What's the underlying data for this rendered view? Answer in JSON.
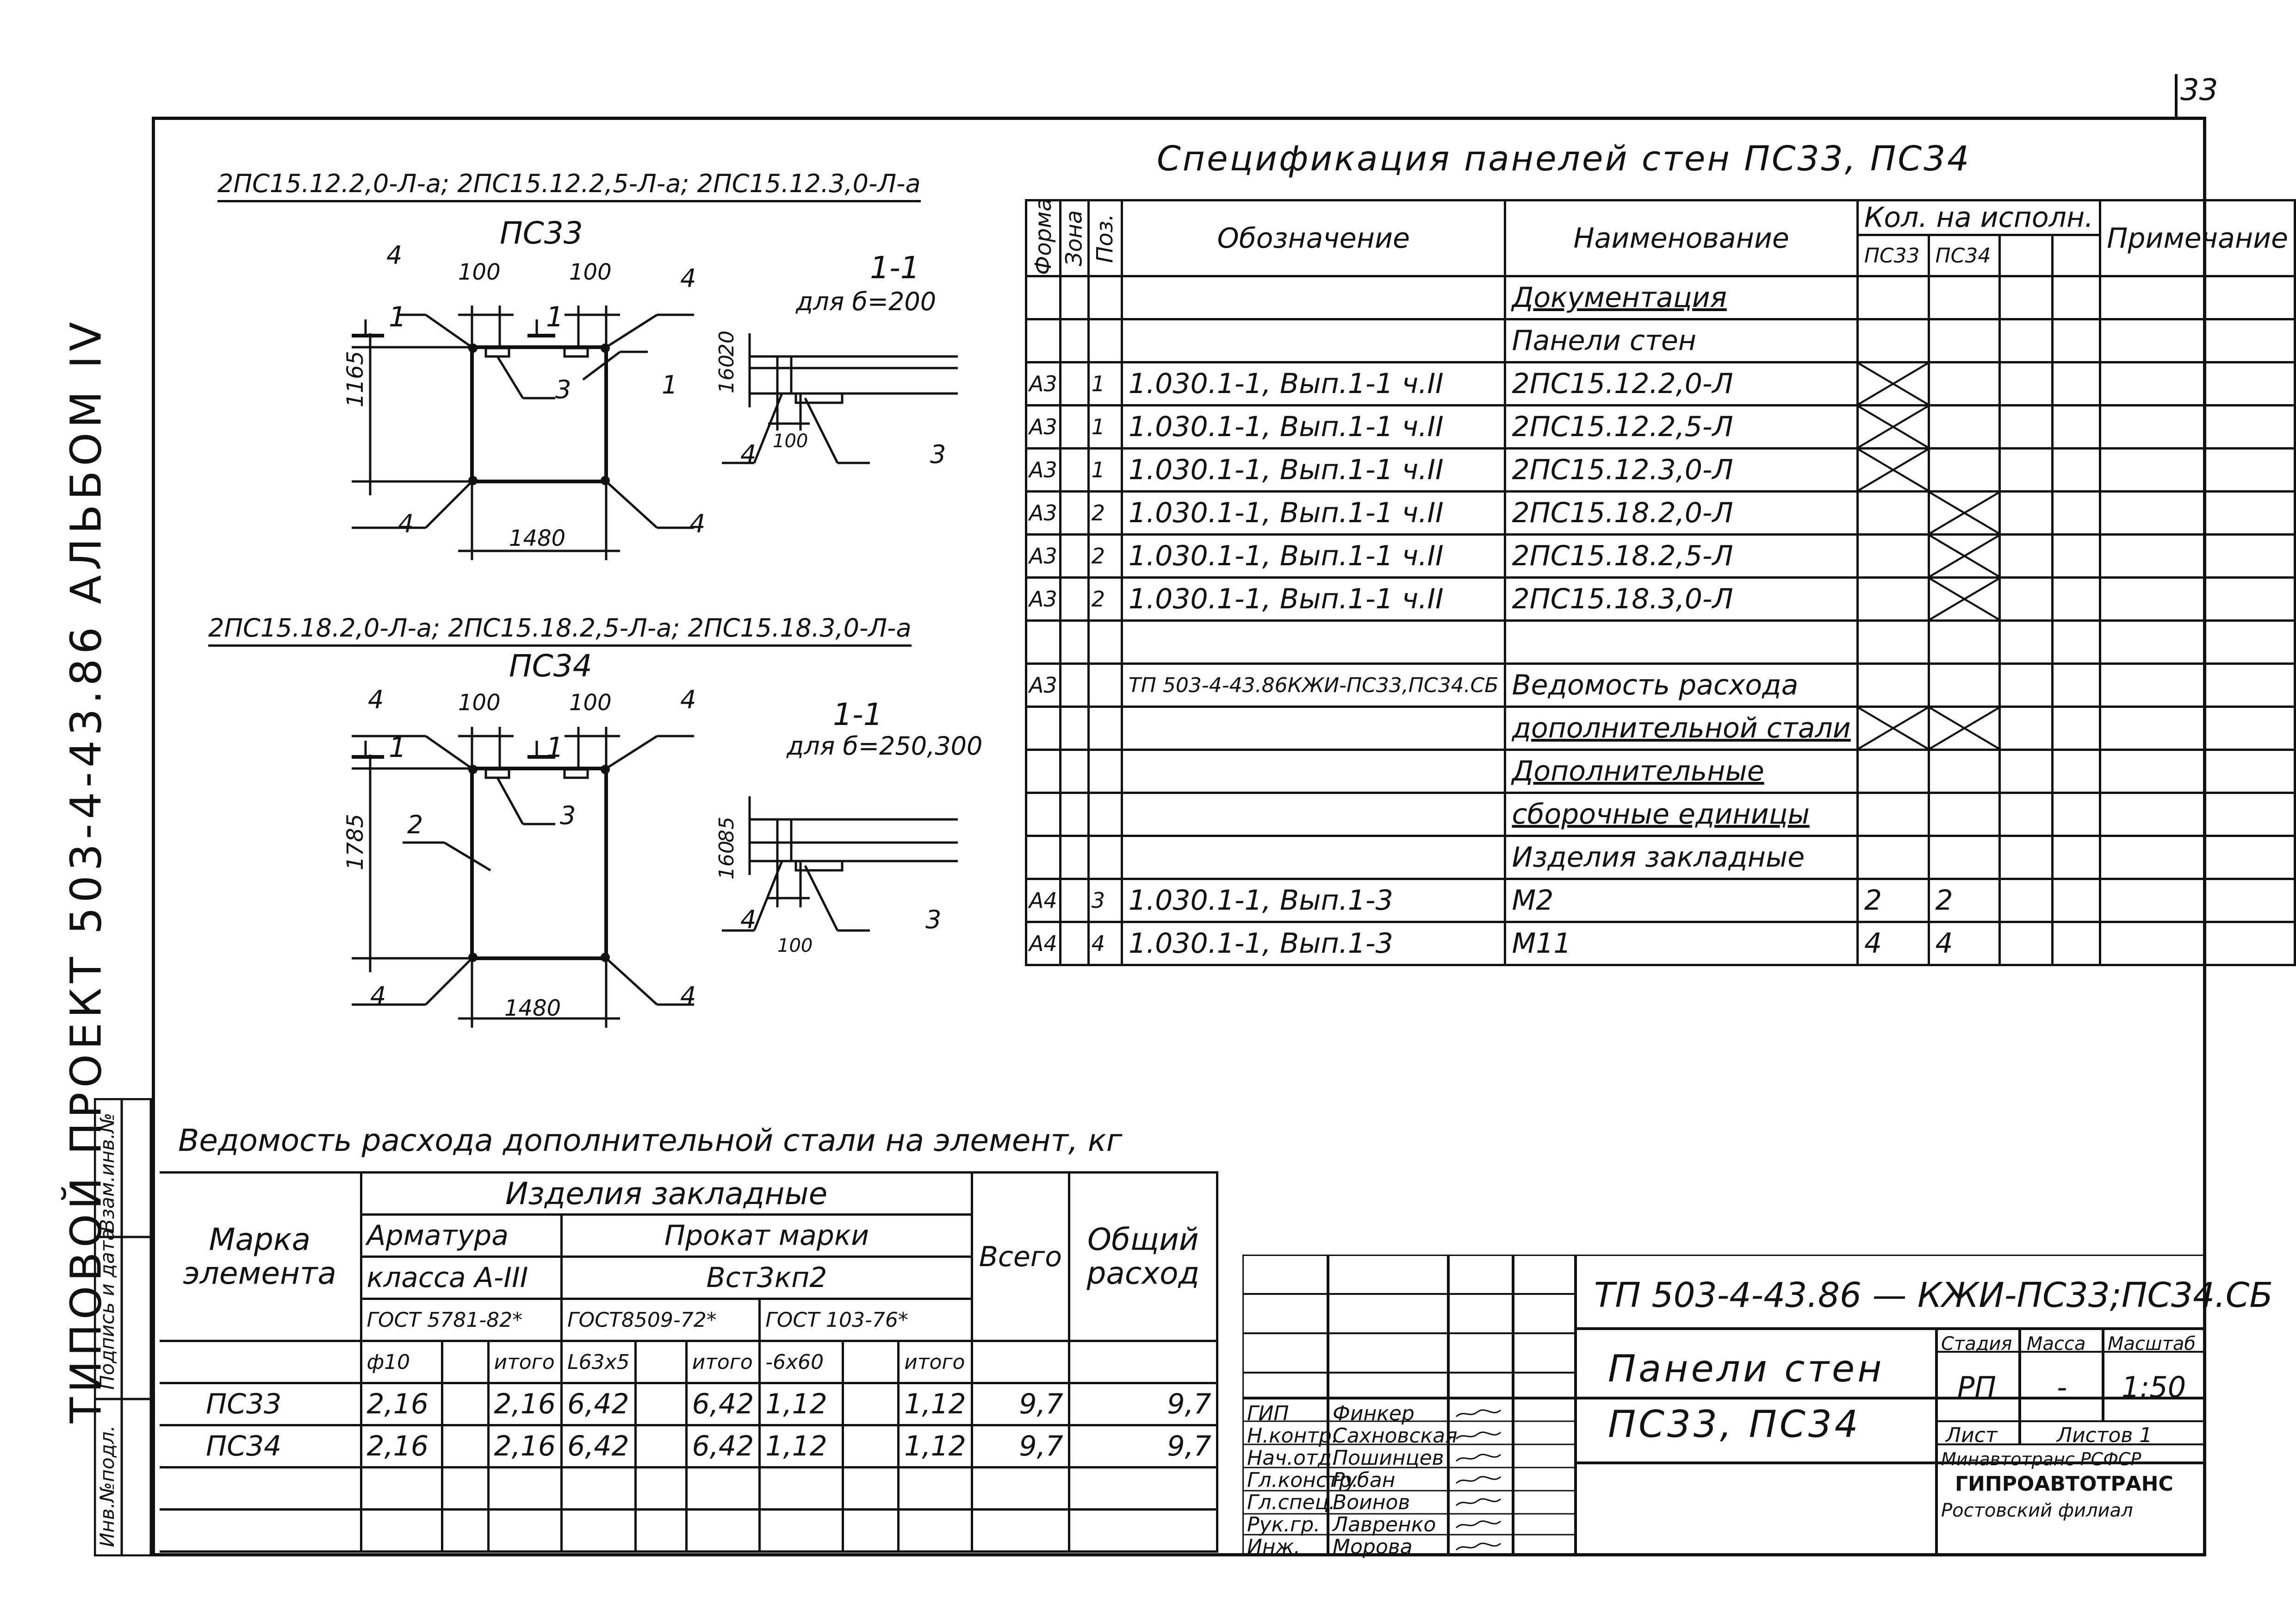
{
  "page_number": "33",
  "side_title": "ТИПОВОЙ ПРОЕКТ 503-4-43.86 АЛЬБОМ IV",
  "drawing_top": {
    "caption": "2ПС15.12.2,0-Л-а; 2ПС15.12.2,5-Л-а; 2ПС15.12.3,0-Л-а",
    "panel_name": "ПС33",
    "dims": {
      "top_left": "100",
      "top_right": "100",
      "height": "1165",
      "width": "1480"
    },
    "pos_labels": [
      "4",
      "4",
      "4",
      "4",
      "1",
      "3"
    ],
    "section_mark": "1",
    "section_title": "1-1",
    "section_sub": "для б=200",
    "section_dims": {
      "d1": "160",
      "d2": "20",
      "d3": "100"
    },
    "section_pos": [
      "4",
      "3"
    ]
  },
  "drawing_bottom": {
    "caption": "2ПС15.18.2,0-Л-а; 2ПС15.18.2,5-Л-а; 2ПС15.18.3,0-Л-а",
    "panel_name": "ПС34",
    "dims": {
      "top_left": "100",
      "top_right": "100",
      "height": "1785",
      "width": "1480"
    },
    "pos_labels": [
      "4",
      "4",
      "4",
      "4",
      "2",
      "3"
    ],
    "section_mark": "1",
    "section_title": "1-1",
    "section_sub": "для б=250,300",
    "section_dims": {
      "d1": "160",
      "d2": "85",
      "d3": "100"
    },
    "section_pos": [
      "4",
      "3"
    ]
  },
  "spec": {
    "title": "Спецификация панелей стен ПС33, ПС34",
    "headers": {
      "format": "Формат",
      "zone": "Зона",
      "pos": "Поз.",
      "designation": "Обозначение",
      "name": "Наименование",
      "qty": "Кол. на исполн.",
      "qty1": "ПС33",
      "qty2": "ПС34",
      "note": "Примечание"
    },
    "rows": [
      {
        "fmt": "",
        "zone": "",
        "pos": "",
        "des": "",
        "name": "Документация",
        "q1": "",
        "q2": "",
        "x1": false,
        "x2": false,
        "u": true
      },
      {
        "fmt": "",
        "zone": "",
        "pos": "",
        "des": "",
        "name": "Панели стен",
        "q1": "",
        "q2": "",
        "x1": false,
        "x2": false,
        "u": false
      },
      {
        "fmt": "А3",
        "zone": "",
        "pos": "1",
        "des": "1.030.1-1, Вып.1-1 ч.II",
        "name": "2ПС15.12.2,0-Л",
        "q1": "",
        "q2": "",
        "x1": true,
        "x2": false,
        "u": false
      },
      {
        "fmt": "А3",
        "zone": "",
        "pos": "1",
        "des": "1.030.1-1, Вып.1-1 ч.II",
        "name": "2ПС15.12.2,5-Л",
        "q1": "",
        "q2": "",
        "x1": true,
        "x2": false,
        "u": false
      },
      {
        "fmt": "А3",
        "zone": "",
        "pos": "1",
        "des": "1.030.1-1, Вып.1-1 ч.II",
        "name": "2ПС15.12.3,0-Л",
        "q1": "",
        "q2": "",
        "x1": true,
        "x2": false,
        "u": false
      },
      {
        "fmt": "А3",
        "zone": "",
        "pos": "2",
        "des": "1.030.1-1, Вып.1-1 ч.II",
        "name": "2ПС15.18.2,0-Л",
        "q1": "",
        "q2": "",
        "x1": false,
        "x2": true,
        "u": false
      },
      {
        "fmt": "А3",
        "zone": "",
        "pos": "2",
        "des": "1.030.1-1, Вып.1-1 ч.II",
        "name": "2ПС15.18.2,5-Л",
        "q1": "",
        "q2": "",
        "x1": false,
        "x2": true,
        "u": false
      },
      {
        "fmt": "А3",
        "zone": "",
        "pos": "2",
        "des": "1.030.1-1, Вып.1-1 ч.II",
        "name": "2ПС15.18.3,0-Л",
        "q1": "",
        "q2": "",
        "x1": false,
        "x2": true,
        "u": false
      },
      {
        "fmt": "",
        "zone": "",
        "pos": "",
        "des": "",
        "name": "",
        "q1": "",
        "q2": "",
        "x1": false,
        "x2": false,
        "u": false
      },
      {
        "fmt": "А3",
        "zone": "",
        "pos": "",
        "des": "ТП 503-4-43.86КЖИ-ПС33,ПС34.СБ",
        "name": "Ведомость расхода",
        "q1": "",
        "q2": "",
        "x1": false,
        "x2": false,
        "u": false
      },
      {
        "fmt": "",
        "zone": "",
        "pos": "",
        "des": "",
        "name": "дополнительной стали",
        "q1": "",
        "q2": "",
        "x1": true,
        "x2": true,
        "u": true
      },
      {
        "fmt": "",
        "zone": "",
        "pos": "",
        "des": "",
        "name": "Дополнительные",
        "q1": "",
        "q2": "",
        "x1": false,
        "x2": false,
        "u": true
      },
      {
        "fmt": "",
        "zone": "",
        "pos": "",
        "des": "",
        "name": "сборочные единицы",
        "q1": "",
        "q2": "",
        "x1": false,
        "x2": false,
        "u": true
      },
      {
        "fmt": "",
        "zone": "",
        "pos": "",
        "des": "",
        "name": "Изделия закладные",
        "q1": "",
        "q2": "",
        "x1": false,
        "x2": false,
        "u": false
      },
      {
        "fmt": "А4",
        "zone": "",
        "pos": "3",
        "des": "1.030.1-1, Вып.1-3",
        "name": "М2",
        "q1": "2",
        "q2": "2",
        "x1": false,
        "x2": false,
        "u": false
      },
      {
        "fmt": "А4",
        "zone": "",
        "pos": "4",
        "des": "1.030.1-1, Вып.1-3",
        "name": "М11",
        "q1": "4",
        "q2": "4",
        "x1": false,
        "x2": false,
        "u": false
      }
    ]
  },
  "steel": {
    "title": "Ведомость расхода дополнительной стали на элемент, кг",
    "h_mark": "Марка элемента",
    "h_items": "Изделия закладные",
    "h_arm": "Арматура",
    "h_arm_class": "класса А-III",
    "h_arm_gost": "ГОСТ 5781-82*",
    "h_prokat": "Прокат марки",
    "h_prokat_mark": "Вст3кп2",
    "h_gost1": "ГОСТ8509-72*",
    "h_gost2": "ГОСТ 103-76*",
    "h_total": "Всего",
    "h_overall": "Общий расход",
    "sub": [
      "ф10",
      "",
      "итого",
      "L63х5",
      "",
      "итого",
      "-6х60",
      "",
      "итого"
    ],
    "rows": [
      {
        "mark": "ПС33",
        "a1": "2,16",
        "a2": "",
        "a3": "2,16",
        "b1": "6,42",
        "b2": "",
        "b3": "6,42",
        "c1": "1,12",
        "c2": "",
        "c3": "1,12",
        "total": "9,7",
        "overall": "9,7"
      },
      {
        "mark": "ПС34",
        "a1": "2,16",
        "a2": "",
        "a3": "2,16",
        "b1": "6,42",
        "b2": "",
        "b3": "6,42",
        "c1": "1,12",
        "c2": "",
        "c3": "1,12",
        "total": "9,7",
        "overall": "9,7"
      }
    ]
  },
  "title_block": {
    "code": "ТП 503-4-43.86 — КЖИ-ПС33;ПС34.СБ",
    "name_line1": "Панели стен",
    "name_line2": "ПС33, ПС34",
    "stage_h": "Стадия",
    "mass_h": "Масса",
    "scale_h": "Масштаб",
    "stage": "РП",
    "mass": "-",
    "scale": "1:50",
    "sheet": "Лист",
    "sheets": "Листов 1",
    "org1": "Минавтотранс РСФСР",
    "org2": "ГИПРОАВТОТРАНС",
    "org3": "Ростовский филиал",
    "people": [
      {
        "role": "ГИП",
        "name": "Финкер"
      },
      {
        "role": "Н.контр.",
        "name": "Сахновская"
      },
      {
        "role": "Нач.отд.",
        "name": "Пошинцев"
      },
      {
        "role": "Гл.констр.",
        "name": "Рубан"
      },
      {
        "role": "Гл.спец.",
        "name": "Воинов"
      },
      {
        "role": "Рук.гр.",
        "name": "Лавренко"
      },
      {
        "role": "Инж.",
        "name": "Морова"
      }
    ]
  },
  "left_strip": {
    "l1": "Инв.№подл.",
    "l2": "Подпись и дата",
    "l3": "Взам.инв.№"
  }
}
